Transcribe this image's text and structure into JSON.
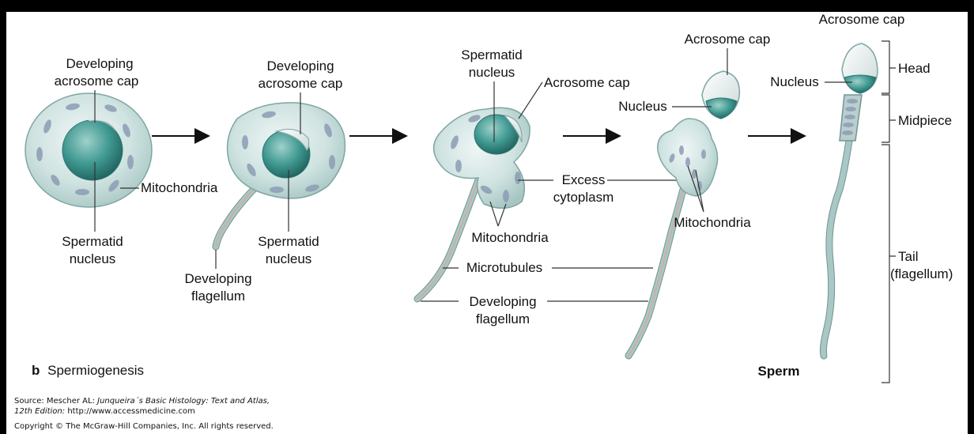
{
  "colors": {
    "frame": "#000000",
    "cytoplasm": "#cfe3e1",
    "nucleus": "#2f8a84",
    "acrosome": "#e6eeee",
    "mitochondria": "#8c9cb4",
    "flagellum": "#a9c7c4"
  },
  "stage1": {
    "label_acrosome_line1": "Developing",
    "label_acrosome_line2": "acrosome cap",
    "label_mito": "Mitochondria",
    "label_nucleus_line1": "Spermatid",
    "label_nucleus_line2": "nucleus"
  },
  "stage2": {
    "label_acrosome_line1": "Developing",
    "label_acrosome_line2": "acrosome cap",
    "label_nucleus_line1": "Spermatid",
    "label_nucleus_line2": "nucleus",
    "label_flagellum_line1": "Developing",
    "label_flagellum_line2": "flagellum"
  },
  "stage3": {
    "label_nucleus_line1": "Spermatid",
    "label_nucleus_line2": "nucleus",
    "label_acrosome": "Acrosome cap",
    "label_excess_line1": "Excess",
    "label_excess_line2": "cytoplasm",
    "label_mito": "Mitochondria",
    "label_microtubules": "Microtubules",
    "label_flagellum_line1": "Developing",
    "label_flagellum_line2": "flagellum"
  },
  "stage4": {
    "label_acrosome": "Acrosome cap",
    "label_nucleus": "Nucleus",
    "label_mito": "Mitochondria"
  },
  "sperm": {
    "label_acrosome": "Acrosome cap",
    "label_nucleus": "Nucleus",
    "label_head": "Head",
    "label_midpiece": "Midpiece",
    "label_tail_line1": "Tail",
    "label_tail_line2": "(flagellum)",
    "caption": "Sperm"
  },
  "panel": {
    "letter": "b",
    "title": "Spermiogenesis"
  },
  "footer": {
    "source_prefix": "Source: Mescher AL: ",
    "source_title": "Junqueira´s Basic Histology: Text and Atlas,",
    "edition": "12th Edition:",
    "url": " http://www.accessmedicine.com",
    "copyright": "Copyright © The McGraw-Hill Companies, Inc. All rights reserved."
  }
}
